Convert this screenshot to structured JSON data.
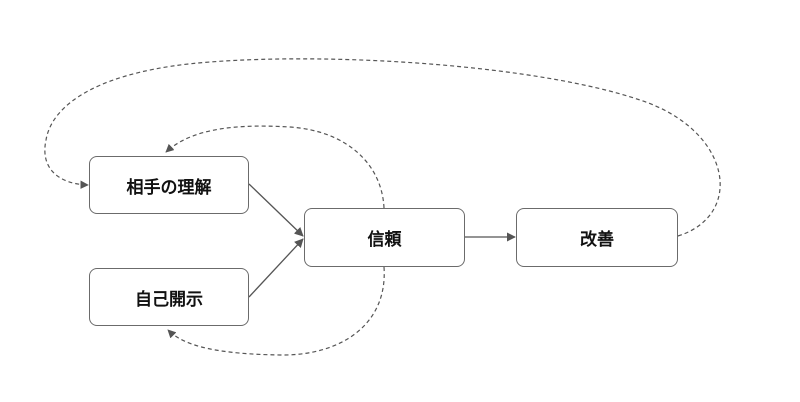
{
  "diagram": {
    "nodes": [
      {
        "id": "understanding",
        "label": "相手の理解"
      },
      {
        "id": "self_disclosure",
        "label": "自己開示"
      },
      {
        "id": "trust",
        "label": "信頼"
      },
      {
        "id": "improvement",
        "label": "改善"
      }
    ],
    "edges": [
      {
        "from": "understanding",
        "to": "trust",
        "style": "solid"
      },
      {
        "from": "self_disclosure",
        "to": "trust",
        "style": "solid"
      },
      {
        "from": "trust",
        "to": "improvement",
        "style": "solid"
      },
      {
        "from": "improvement",
        "to": "understanding",
        "style": "dashed"
      },
      {
        "from": "trust",
        "to": "understanding",
        "style": "dashed"
      },
      {
        "from": "trust",
        "to": "self_disclosure",
        "style": "dashed"
      }
    ],
    "colors": {
      "node_border": "#6b6b6b",
      "edge": "#555555",
      "text": "#111111",
      "background": "#ffffff"
    }
  }
}
